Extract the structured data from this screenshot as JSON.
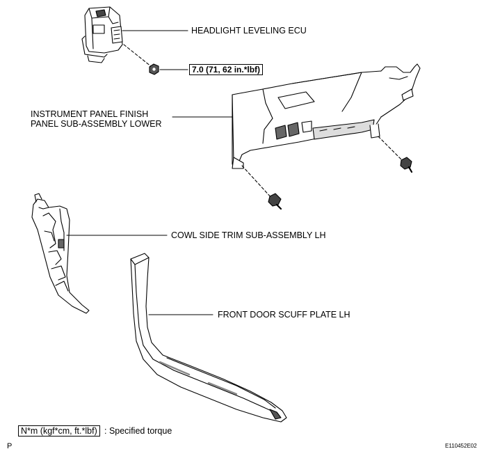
{
  "labels": {
    "headlight_ecu": "HEADLIGHT LEVELING ECU",
    "torque": "7.0 (71, 62 in.*lbf)",
    "ip_line1": "INSTRUMENT PANEL FINISH",
    "ip_line2": "PANEL SUB-ASSEMBLY LOWER",
    "cowl_trim": "COWL SIDE TRIM SUB-ASSEMBLY LH",
    "scuff_plate": "FRONT DOOR SCUFF PLATE LH"
  },
  "legend": {
    "units": "N*m (kgf*cm, ft.*lbf)",
    "description": ": Specified torque"
  },
  "footer": {
    "marker": "P",
    "figure_code": "E110452E02"
  }
}
